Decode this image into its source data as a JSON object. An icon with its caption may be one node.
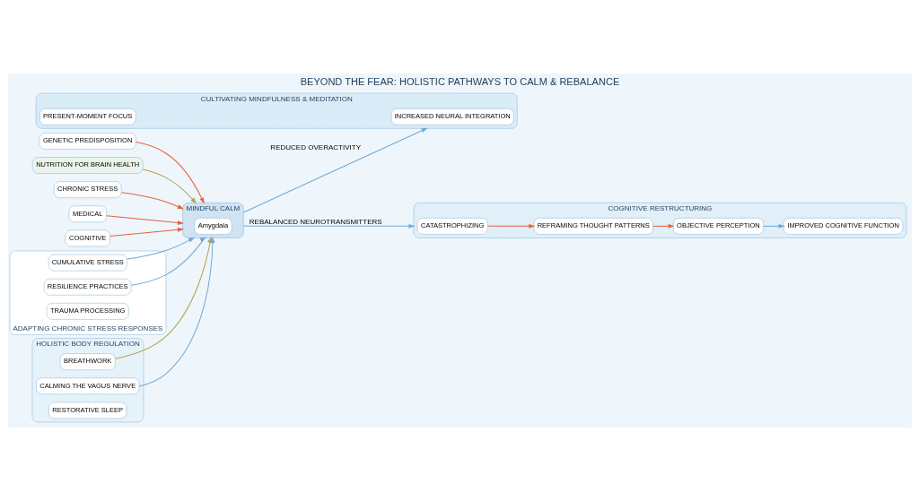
{
  "diagram": {
    "title": "BEYOND THE FEAR: HOLISTIC PATHWAYS TO CALM & REBALANCE",
    "nodes": [
      {
        "text": [
          "GENETIC PREDISPOSITION"
        ]
      },
      {
        "text": [
          "CHRONIC STRESS"
        ]
      },
      {
        "text": [
          "MEDICAL"
        ]
      },
      {
        "text": [
          "COGNITIVE"
        ]
      },
      {
        "text": [
          "MINDFUL CALM"
        ]
      },
      {
        "text": [
          "Amygdala"
        ],
        "in": 4
      },
      {
        "text": [
          "ADAPTING CHRONIC STRESS RESPONSES"
        ]
      },
      {
        "text": [
          "CUMULATIVE STRESS"
        ],
        "in": 6
      },
      {
        "text": [
          "RESILIENCE PRACTICES"
        ],
        "in": 6
      },
      {
        "text": [
          "TRAUMA PROCESSING"
        ],
        "in": 6
      },
      {
        "text": [
          "CULTIVATING MINDFULNESS & MEDITATION"
        ]
      },
      {
        "text": [
          "INCREASED NEURAL INTEGRATION"
        ],
        "in": 10
      },
      {
        "text": [
          "PRESENT-MOMENT FOCUS"
        ],
        "in": 10
      },
      {
        "text": [
          "HOLISTIC BODY REGULATION"
        ]
      },
      {
        "text": [
          "BREATHWORK"
        ],
        "in": 13
      },
      {
        "text": [
          "CALMING THE VAGUS NERVE"
        ],
        "in": 13
      },
      {
        "text": [
          "RESTORATIVE SLEEP"
        ],
        "in": 13
      },
      {
        "text": [
          "NUTRITION FOR BRAIN HEALTH"
        ]
      },
      {
        "text": [
          "COGNITIVE RESTRUCTURING"
        ]
      },
      {
        "text": [
          "CATASTROPHIZING"
        ],
        "in": 18
      },
      {
        "text": [
          "REFRAMING THOUGHT PATTERNS"
        ],
        "in": 18
      },
      {
        "text": [
          "OBJECTIVE PERCEPTION"
        ],
        "in": 18
      },
      {
        "text": [
          "IMPROVED COGNITIVE FUNCTION"
        ],
        "in": 18
      }
    ],
    "edges": [
      {
        "from": 0,
        "to": 4,
        "arrow": "to",
        "color": "#e8603c"
      },
      {
        "from": 1,
        "to": 4,
        "arrow": "to",
        "color": "#e8603c"
      },
      {
        "from": 2,
        "to": 4,
        "arrow": "to",
        "color": "#e8603c"
      },
      {
        "from": 3,
        "to": 4,
        "arrow": "to",
        "color": "#e8603c"
      },
      {
        "from": 7,
        "to": 4,
        "arrow": "to",
        "color": "#6fa8d6"
      },
      {
        "from": 8,
        "to": 4,
        "arrow": "to",
        "color": "#6fa8d6"
      },
      {
        "from": 4,
        "to": 10,
        "arrow": "to",
        "label": "REDUCED OVERACTIVITY",
        "color": "#6fa8d6"
      },
      {
        "from": 4,
        "to": 18,
        "arrow": "to",
        "label": "REBALANCED NEUROTRANSMITTERS",
        "color": "#6fa8d6"
      },
      {
        "from": 14,
        "to": 4,
        "arrow": "to",
        "color": "#b5a24a"
      },
      {
        "from": 15,
        "to": 4,
        "arrow": "to",
        "color": "#6fa8d6"
      },
      {
        "from": 17,
        "to": 4,
        "arrow": "to",
        "color": "#b5a24a"
      },
      {
        "from": 19,
        "to": 20,
        "arrow": "to",
        "color": "#e8603c"
      },
      {
        "from": 20,
        "to": 21,
        "arrow": "to",
        "color": "#e8603c"
      },
      {
        "from": 21,
        "to": 22,
        "arrow": "to",
        "color": "#6fa8d6"
      }
    ]
  }
}
